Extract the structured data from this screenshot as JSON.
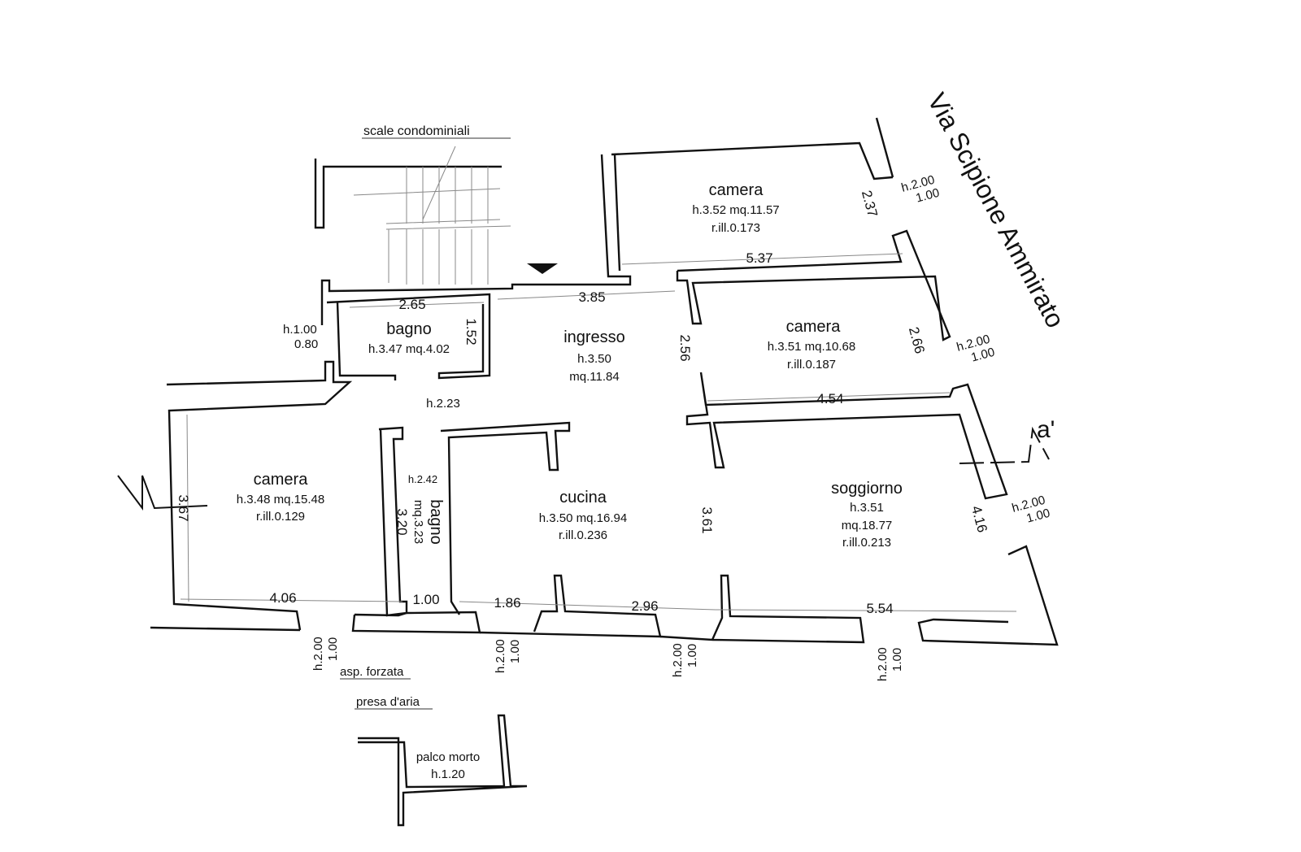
{
  "title": "scale condominiali",
  "street": "Via  Scipione  Ammirato",
  "section_marker": "a'",
  "rooms": {
    "camera_top": {
      "name": "camera",
      "line1": "h.3.52 mq.11.57",
      "line2": "r.ill.0.173"
    },
    "bagno_top": {
      "name": "bagno",
      "line1": "h.3.47 mq.4.02"
    },
    "ingresso": {
      "name": "ingresso",
      "line1": "h.3.50",
      "line2": "mq.11.84"
    },
    "camera_mid": {
      "name": "camera",
      "line1": "h.3.51 mq.10.68",
      "line2": "r.ill.0.187"
    },
    "camera_left": {
      "name": "camera",
      "line1": "h.3.48 mq.15.48",
      "line2": "r.ill.0.129"
    },
    "bagno_small": {
      "name": "bagno",
      "height": "h.2.42",
      "area": "mq.3.23",
      "length": "3.20"
    },
    "cucina": {
      "name": "cucina",
      "line1": "h.3.50   mq.16.94",
      "line2": "r.ill.0.236"
    },
    "soggiorno": {
      "name": "soggiorno",
      "line1": "h.3.51",
      "line2": "mq.18.77",
      "line3": "r.ill.0.213"
    },
    "palco_morto": {
      "name": "palco morto",
      "line1": "h.1.20"
    }
  },
  "corridor_height": "h.2.23",
  "dimensions": {
    "d537": "5.37",
    "d237": "2.37",
    "d385": "3.85",
    "d265": "2.65",
    "d152": "1.52",
    "d256": "2.56",
    "d266": "2.66",
    "d454": "4.54",
    "d367": "3.67",
    "d361": "3.61",
    "d416": "4.16",
    "d406": "4.06",
    "d100": "1.00",
    "d186": "1.86",
    "d296": "2.96",
    "d554": "5.54"
  },
  "windows": {
    "w_h": "h.2.00",
    "w_w": "1.00",
    "small_h": "h.1.00",
    "small_w": "0.80"
  },
  "notes": {
    "asp": "asp. forzata",
    "presa": "presa d'aria"
  }
}
